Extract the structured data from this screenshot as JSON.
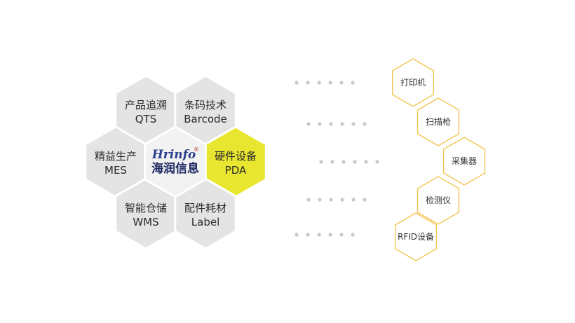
{
  "colors": {
    "hex_gray": "#e4e4e4",
    "hex_border": "#ffffff",
    "hex_highlight": "#e8e62f",
    "hex_center": "#f2f2f2",
    "dot": "#c8c8c8",
    "device_border": "#f4c24b",
    "logo_blue": "#2c3f8e"
  },
  "logo": {
    "name_en": "Hrinfo",
    "name_cn": "海润信息",
    "mark": "®"
  },
  "hexes": [
    {
      "id": "qts",
      "line1": "产品追溯",
      "line2": "QTS"
    },
    {
      "id": "barcode",
      "line1": "条码技术",
      "line2": "Barcode"
    },
    {
      "id": "mes",
      "line1": "精益生产",
      "line2": "MES"
    },
    {
      "id": "pda",
      "line1": "硬件设备",
      "line2": "PDA",
      "highlight": true
    },
    {
      "id": "wms",
      "line1": "智能仓储",
      "line2": "WMS"
    },
    {
      "id": "label",
      "line1": "配件耗材",
      "line2": "Label"
    }
  ],
  "devices": [
    {
      "id": "printer",
      "label": "打印机"
    },
    {
      "id": "scanner",
      "label": "扫描枪"
    },
    {
      "id": "collector",
      "label": "采集器"
    },
    {
      "id": "tester",
      "label": "检测仪"
    },
    {
      "id": "rfid",
      "label": "RFID设备"
    }
  ]
}
